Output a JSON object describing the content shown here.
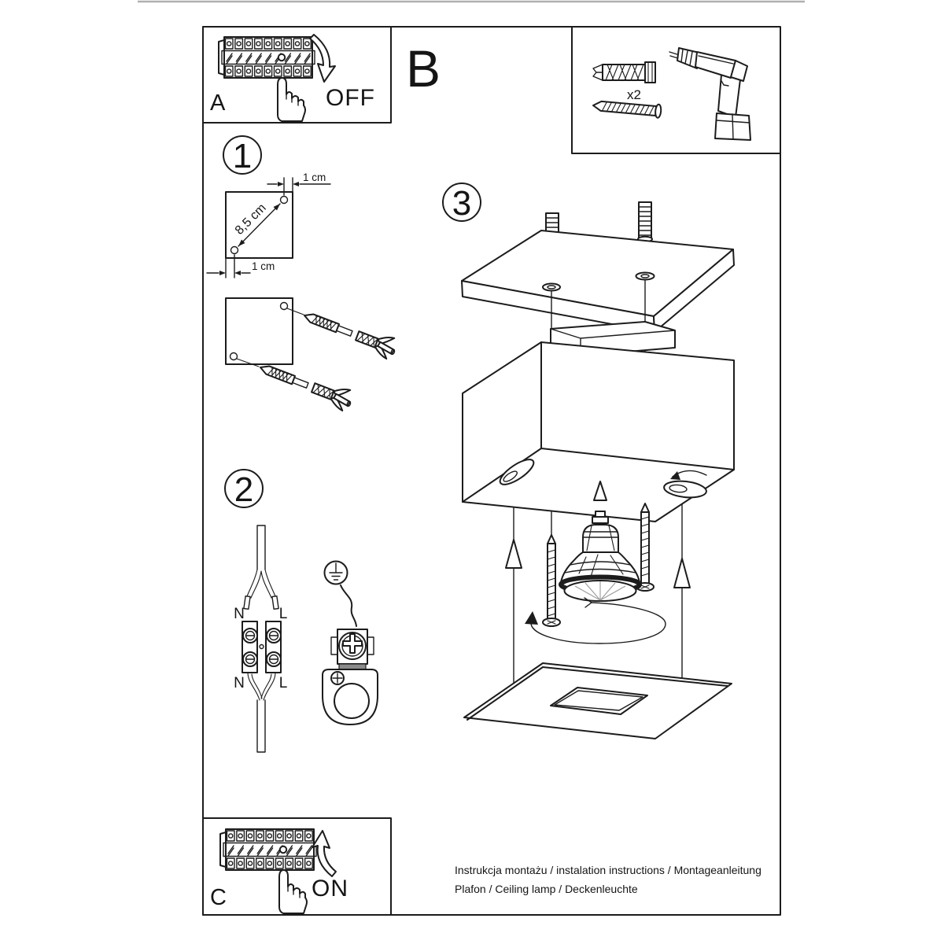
{
  "panel_a": {
    "label": "A",
    "state": "OFF"
  },
  "panel_b": {
    "label": "B",
    "quantity": "x2"
  },
  "panel_c": {
    "label": "C",
    "state": "ON"
  },
  "step_1": {
    "number": "1",
    "dim_top": "1 cm",
    "dim_diag": "8,5 cm",
    "dim_bottom": "1 cm"
  },
  "step_2": {
    "number": "2",
    "label_n_top": "N",
    "label_l_top": "L",
    "label_n_bottom": "N",
    "label_l_bottom": "L"
  },
  "step_3": {
    "number": "3"
  },
  "footer": {
    "line1": "Instrukcja montażu / instalation instructions / Montageanleitung",
    "line2": "Plafon / Ceiling lamp / Deckenleuchte"
  },
  "colors": {
    "ink": "#1c1c1c",
    "paper": "#ffffff",
    "sheet_edge": "#b0b0b0"
  }
}
